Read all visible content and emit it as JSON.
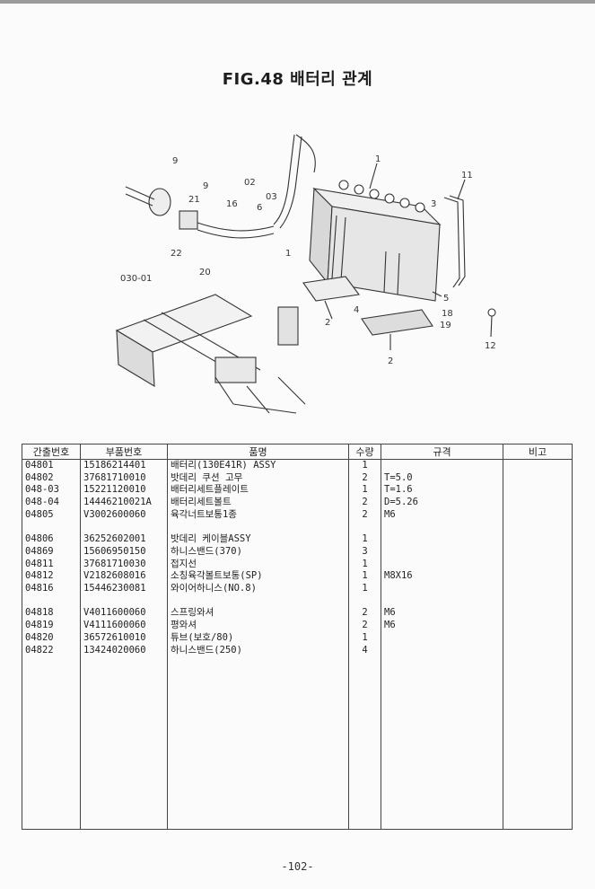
{
  "title": "FIG.48 배터리 관계",
  "diagram": {
    "callouts": [
      "9",
      "9",
      "21",
      "16",
      "02",
      "03",
      "6",
      "1",
      "3",
      "11",
      "22",
      "20",
      "030-01",
      "1",
      "2",
      "4",
      "5",
      "18",
      "19",
      "12",
      "2"
    ]
  },
  "table": {
    "headers": [
      "간출번호",
      "부품번호",
      "품명",
      "수량",
      "규격",
      "비고"
    ],
    "rows": [
      {
        "code": "04801",
        "part_no": "15186214401",
        "name": "배터리(130E41R) ASSY",
        "qty": "1",
        "spec": "",
        "note": ""
      },
      {
        "code": "04802",
        "part_no": "37681710010",
        "name": "밧데리 쿠션 고무",
        "qty": "2",
        "spec": "T=5.0",
        "note": ""
      },
      {
        "code": "048-03",
        "part_no": "15221120010",
        "name": "배터리세트플레이트",
        "qty": "1",
        "spec": "T=1.6",
        "note": ""
      },
      {
        "code": "048-04",
        "part_no": "14446210021A",
        "name": "배터리세트볼트",
        "qty": "2",
        "spec": "D=5.26",
        "note": ""
      },
      {
        "code": "04805",
        "part_no": "V3002600060",
        "name": "육각너트보통1종",
        "qty": "2",
        "spec": "M6",
        "note": ""
      },
      {
        "code": "",
        "part_no": "",
        "name": "",
        "qty": "",
        "spec": "",
        "note": ""
      },
      {
        "code": "04806",
        "part_no": "36252602001",
        "name": "밧데리 케이블ASSY",
        "qty": "1",
        "spec": "",
        "note": ""
      },
      {
        "code": "04869",
        "part_no": "15606950150",
        "name": "하니스밴드(370)",
        "qty": "3",
        "spec": "",
        "note": ""
      },
      {
        "code": "04811",
        "part_no": "37681710030",
        "name": "접지선",
        "qty": "1",
        "spec": "",
        "note": ""
      },
      {
        "code": "04812",
        "part_no": "V2182608016",
        "name": "소칭육각볼트보통(SP)",
        "qty": "1",
        "spec": "M8X16",
        "note": ""
      },
      {
        "code": "04816",
        "part_no": "15446230081",
        "name": "와이어하니스(NO.8)",
        "qty": "1",
        "spec": "",
        "note": ""
      },
      {
        "code": "",
        "part_no": "",
        "name": "",
        "qty": "",
        "spec": "",
        "note": ""
      },
      {
        "code": "04818",
        "part_no": "V4011600060",
        "name": "스프링와셔",
        "qty": "2",
        "spec": "M6",
        "note": ""
      },
      {
        "code": "04819",
        "part_no": "V4111600060",
        "name": "평와셔",
        "qty": "2",
        "spec": "M6",
        "note": ""
      },
      {
        "code": "04820",
        "part_no": "36572610010",
        "name": "튜브(보호/80)",
        "qty": "1",
        "spec": "",
        "note": ""
      },
      {
        "code": "04822",
        "part_no": "13424020060",
        "name": "하니스밴드(250)",
        "qty": "4",
        "spec": "",
        "note": ""
      }
    ]
  },
  "page_number": "-102-"
}
